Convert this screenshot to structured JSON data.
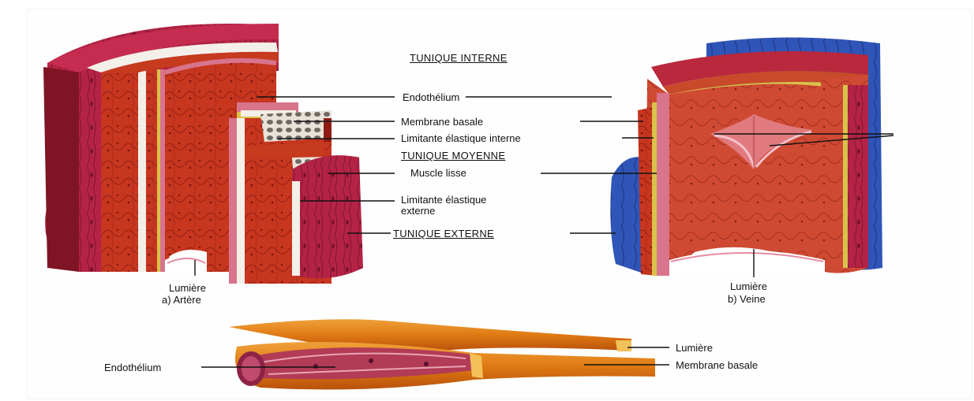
{
  "labels": {
    "tunique_interne": "TUNIQUE INTERNE",
    "endothelium": "Endothélium",
    "membrane_basale": "Membrane basale",
    "limitante_interne": "Limitante élastique interne",
    "tunique_moyenne": "TUNIQUE MOYENNE",
    "muscle_lisse": "Muscle lisse",
    "limitante_externe_1": "Limitante élastique",
    "limitante_externe_2": "externe",
    "tunique_externe": "TUNIQUE EXTERNE",
    "lumiere_artere": "Lumière",
    "artere": "a) Artère",
    "lumiere_veine": "Lumière",
    "veine": "b) Veine",
    "lumiere_capillaire": "Lumière",
    "endothelium_capillaire": "Endothélium",
    "membrane_basale_capillaire": "Membrane basale"
  },
  "colors": {
    "muscle": "#c2311f",
    "muscle_dark": "#8e1c14",
    "adventitia": "#b3223f",
    "elastic": "#d9c24a",
    "vein_outer": "#2c4fb0",
    "capillary": "#e58a1b",
    "endothelium": "#d8748c"
  }
}
